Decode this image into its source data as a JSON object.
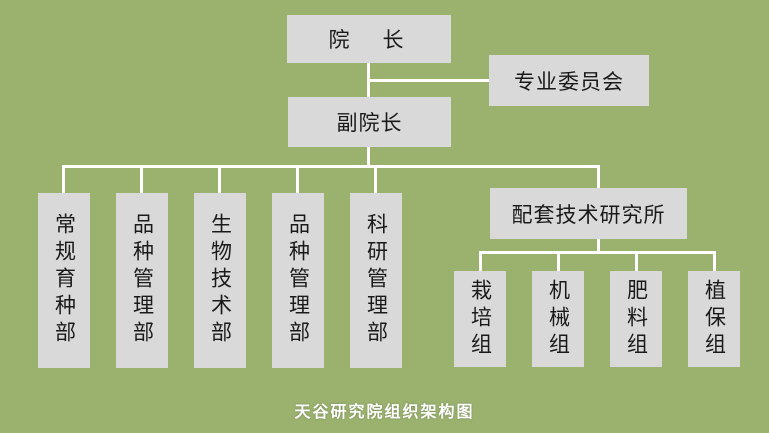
{
  "top": {
    "label": "院　长"
  },
  "committee": {
    "label": "专业委员会"
  },
  "vice": {
    "label": "副院长"
  },
  "departments": [
    {
      "label": "常规育种部"
    },
    {
      "label": "品种管理部"
    },
    {
      "label": "生物技术部"
    },
    {
      "label": "品种管理部"
    },
    {
      "label": "科研管理部"
    }
  ],
  "institute": {
    "label": "配套技术研究所",
    "groups": [
      {
        "label": "栽培组"
      },
      {
        "label": "机械组"
      },
      {
        "label": "肥料组"
      },
      {
        "label": "植保组"
      }
    ]
  },
  "caption": "天谷研究院组织架构图",
  "colors": {
    "background": "#9bb26f",
    "box": "#d9d9d9",
    "connector": "#ffffff"
  }
}
